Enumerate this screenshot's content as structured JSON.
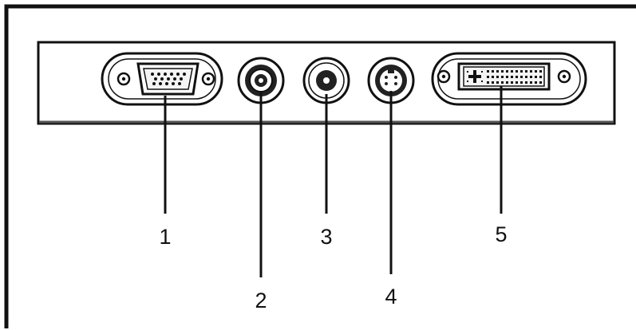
{
  "callouts": [
    "1",
    "2",
    "3",
    "4",
    "5"
  ],
  "colors": {
    "line": "#111111",
    "panel": "#ffffff",
    "connector_fill": "#f4f4f4",
    "dark_fill": "#222222"
  },
  "icons": [
    "vga-port-icon",
    "coax-port-icon",
    "rca-port-icon",
    "s-video-port-icon",
    "dvi-port-icon"
  ]
}
